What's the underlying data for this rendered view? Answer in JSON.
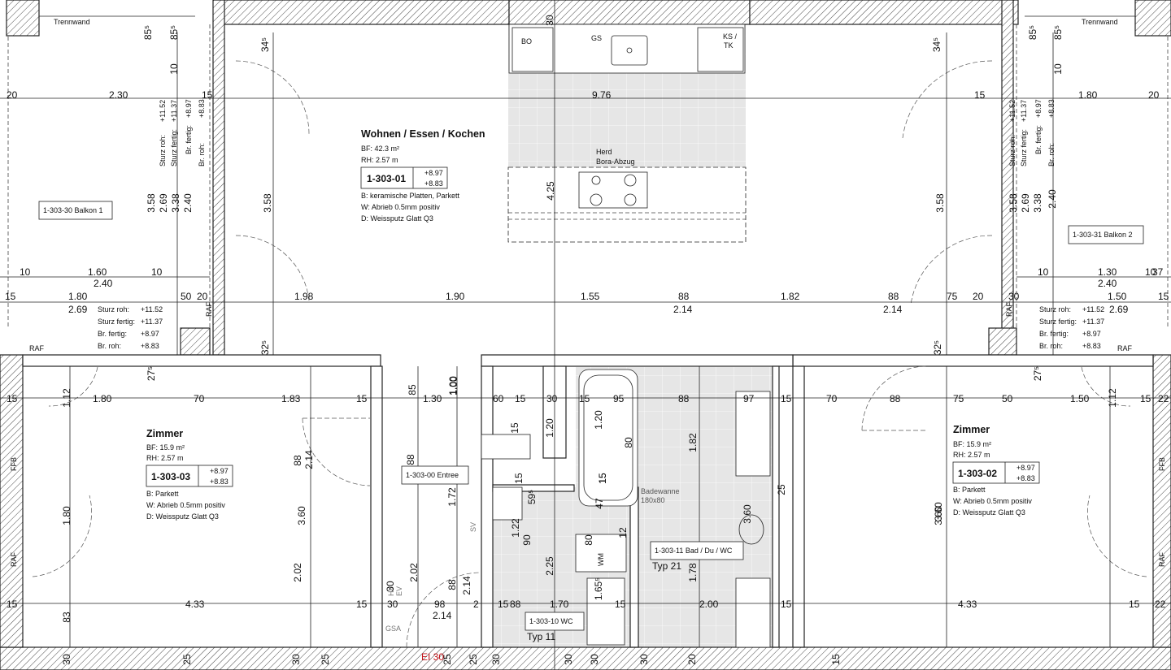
{
  "rooms": {
    "wohnen": {
      "title": "Wohnen / Essen / Kochen",
      "bf": "BF: 42.3 m²",
      "rh": "RH:  2.57 m",
      "id": "1-303-01",
      "lev_top": "+8.97",
      "lev_bot": "+8.83",
      "b": "B: keramische Platten, Parkett",
      "w": "W: Abrieb 0.5mm positiv",
      "d": "D: Weissputz Glatt Q3"
    },
    "zimmer_left": {
      "title": "Zimmer",
      "bf": "BF: 15.9 m²",
      "rh": "RH:  2.57 m",
      "id": "1-303-03",
      "lev_top": "+8.97",
      "lev_bot": "+8.83",
      "b": "B: Parkett",
      "w": "W: Abrieb 0.5mm positiv",
      "d": "D: Weissputz Glatt Q3"
    },
    "zimmer_right": {
      "title": "Zimmer",
      "bf": "BF: 15.9 m²",
      "rh": "RH:  2.57 m",
      "id": "1-303-02",
      "lev_top": "+8.97",
      "lev_bot": "+8.83",
      "b": "B: Parkett",
      "w": "W: Abrieb 0.5mm positiv",
      "d": "D: Weissputz Glatt Q3"
    },
    "balkon1": "1-303-30 Balkon 1",
    "balkon2": "1-303-31 Balkon 2",
    "entree": "1-303-00 Entree",
    "bad": "1-303-11 Bad / Du / WC",
    "bad_typ": "Typ 21",
    "wc": "1-303-10 WC",
    "wc_typ": "Typ 11"
  },
  "fixtures": {
    "bo": "BO",
    "gs": "GS",
    "ks": "KS /",
    "tk": "TK",
    "herd": "Herd",
    "bora": "Bora-Abzug",
    "badewanne": "Badewanne",
    "badewanne_size": "180x80",
    "trennwand": "Trennwand",
    "raf": "RAF",
    "ffb": "FFB",
    "sv": "SV",
    "hv": "HV",
    "ev": "EV",
    "gsa": "GSA",
    "wm": "WM",
    "fire": "EI 30"
  },
  "sturz": {
    "roh": "Sturz roh:",
    "fertig": "Sturz fertig:",
    "br_fertig": "Br. fertig:",
    "br_roh": "Br. roh:",
    "v1": "+11.52",
    "v2": "+11.37",
    "v3": "+8.97",
    "v4": "+8.83"
  },
  "dims": {
    "top_row": [
      "20",
      "2.30",
      "15",
      "9.76",
      "15",
      "1.80",
      "20"
    ],
    "mid_row": [
      "15",
      "1.80",
      "50",
      "20",
      "1.98",
      "1.90",
      "1.55",
      "88",
      "1.82",
      "88",
      "75",
      "20",
      "30",
      "1.50",
      "15"
    ],
    "mid_row2": [
      "2.69",
      "2.14",
      "2.14",
      "2.69"
    ],
    "balk_row": [
      "10",
      "1.60",
      "10",
      "2.40",
      "10",
      "1.30",
      "10",
      "37",
      "2.40"
    ],
    "row3": [
      "15",
      "1.80",
      "70",
      "1.83",
      "15",
      "1.30",
      "60",
      "15",
      "30",
      "15",
      "95",
      "88",
      "97",
      "15",
      "70",
      "88",
      "75",
      "50",
      "1.50",
      "15",
      "22"
    ],
    "row4": [
      "15",
      "4.33",
      "15",
      "30",
      "98",
      "2",
      "15",
      "88",
      "1.70",
      "15",
      "2.00",
      "15",
      "4.33",
      "15",
      "22"
    ],
    "verticals": [
      "85⁵",
      "85⁵",
      "34⁵",
      "30",
      "34⁵",
      "85⁵",
      "85⁵",
      "10",
      "10",
      "3.58",
      "2.69",
      "3.38",
      "2.40",
      "3.58",
      "4.25",
      "3.58",
      "3.58",
      "2.69",
      "3.38",
      "2.40",
      "32⁵",
      "32⁵",
      "27⁵",
      "27⁵",
      "1.12",
      "1.12",
      "1.80",
      "3.60",
      "2.02",
      "2.14",
      "88",
      "3.60",
      "1.00",
      "85",
      "88",
      "1.72",
      "2.02",
      "2.14",
      "88",
      "1.00",
      "1.20",
      "1.20",
      "15",
      "59⁵",
      "15",
      "1.22",
      "90",
      "80",
      "12",
      "15",
      "2.25",
      "1.65⁵",
      "80",
      "47",
      "15",
      "1.82",
      "3.60",
      "25",
      "1.78",
      "3.60",
      "83",
      "30",
      "30",
      "25",
      "30",
      "25",
      "25",
      "25",
      "30",
      "30",
      "30",
      "30",
      "20",
      "15"
    ]
  }
}
